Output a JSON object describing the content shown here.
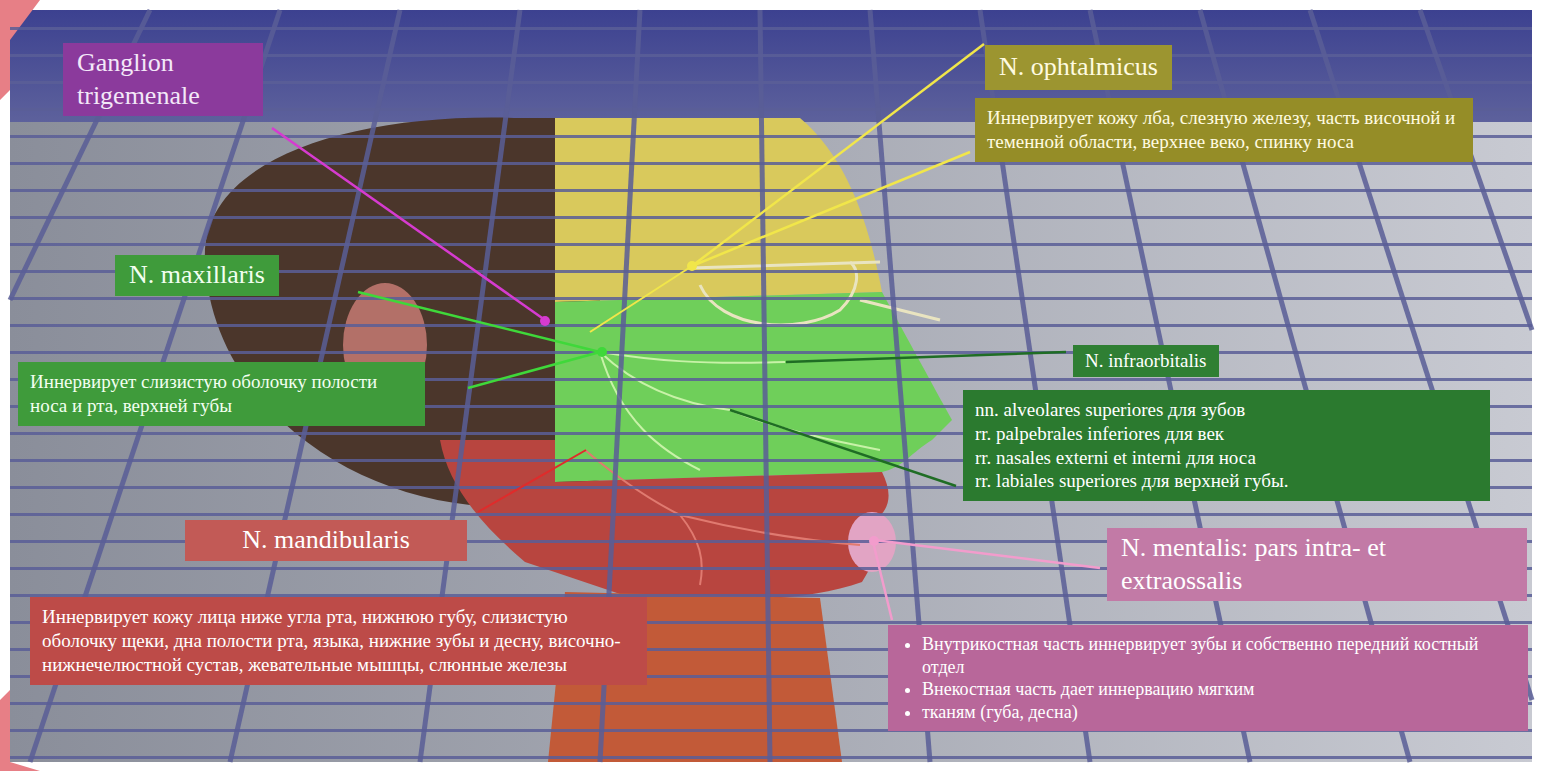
{
  "diagram": {
    "nodes": [
      {
        "text": [
          "Ganglion trigemenale"
        ]
      },
      {
        "text": [
          "N. ophtalmicus"
        ]
      },
      {
        "text": [
          "Иннервирует кожу лба, слезную железу, часть височной и теменной области, верхнее веко, спинку носа"
        ]
      },
      {
        "text": [
          "N. maxillaris"
        ]
      },
      {
        "text": [
          "Иннервирует слизистую оболочку полости носа и рта, верхней губы"
        ]
      },
      {
        "text": [
          "N. infraorbitalis"
        ]
      },
      {
        "text": [
          "nn. alveolares superiores для зубов",
          "rr. palpebrales inferiores для век",
          "rr. nasales externi et interni для носа",
          "rr. labiales superiores для верхней губы."
        ]
      },
      {
        "text": [
          "N. mandibularis"
        ]
      },
      {
        "text": [
          "N. mentalis: pars intra- et extraossalis"
        ]
      },
      {
        "text": [
          "Иннервирует кожу лица ниже угла рта, нижнюю губу, слизистую оболочку щеки, дна полости рта, языка, нижние зубы и десну, височно-нижнечелюстной сустав, жевательные мышцы, слюнные железы"
        ]
      },
      {
        "text": [
          "Внутрикостная часть иннервирует зубы и собственно передний костный отдел",
          "Внекостная часть дает иннервацию мягким",
          "тканям (губа, десна)"
        ]
      }
    ]
  }
}
